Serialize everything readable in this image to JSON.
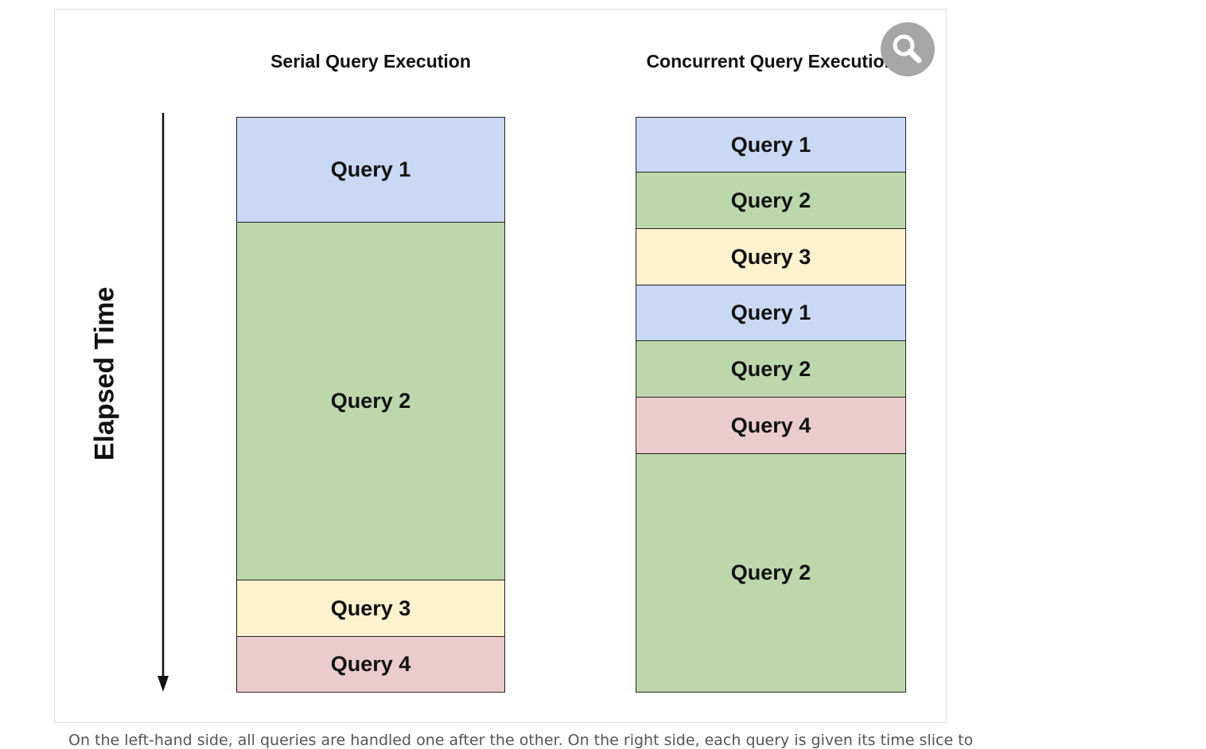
{
  "diagram": {
    "axis_label": "Elapsed Time",
    "serial": {
      "title": "Serial Query Execution",
      "blocks": [
        {
          "label": "Query 1",
          "duration": 133,
          "color": "#c9d8f3"
        },
        {
          "label": "Query 2",
          "duration": 450,
          "color": "#bdd7ac"
        },
        {
          "label": "Query 3",
          "duration": 71,
          "color": "#fdf2cd"
        },
        {
          "label": "Query 4",
          "duration": 70,
          "color": "#ebcccc"
        }
      ]
    },
    "concurrent": {
      "title": "Concurrent Query Execution",
      "blocks": [
        {
          "label": "Query 1",
          "duration": 70,
          "color": "#c9d8f3"
        },
        {
          "label": "Query 2",
          "duration": 71,
          "color": "#bdd7ac"
        },
        {
          "label": "Query 3",
          "duration": 71,
          "color": "#fdf2cd"
        },
        {
          "label": "Query 1",
          "duration": 70,
          "color": "#c9d8f3"
        },
        {
          "label": "Query 2",
          "duration": 71,
          "color": "#bdd7ac"
        },
        {
          "label": "Query 4",
          "duration": 71,
          "color": "#ebcccc"
        },
        {
          "label": "Query 2",
          "duration": 300,
          "color": "#bdd7ac"
        }
      ]
    }
  },
  "zoom_button": {
    "icon": "magnifier-icon",
    "color": "#a6a6a6"
  },
  "caption": "On the left-hand side, all queries are handled one after the other. On the right side, each query is given its time slice to"
}
